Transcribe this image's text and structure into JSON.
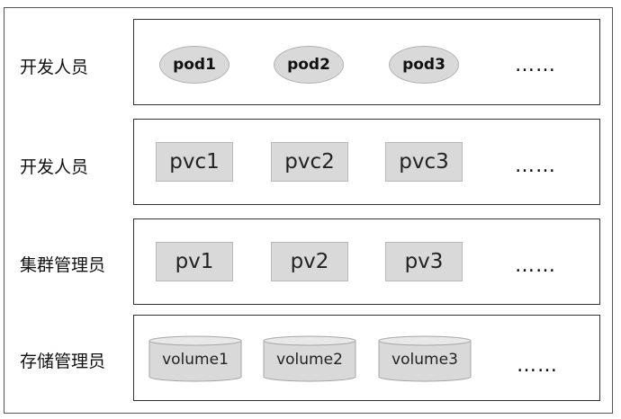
{
  "colors": {
    "item_fill": "#d9d9d9",
    "item_border": "#b3b3b3",
    "border": "#333333"
  },
  "rows": [
    {
      "label": "开发人员",
      "kind": "pod",
      "items": [
        "pod1",
        "pod2",
        "pod3"
      ],
      "more": "……"
    },
    {
      "label": "开发人员",
      "kind": "pvc",
      "items": [
        "pvc1",
        "pvc2",
        "pvc3"
      ],
      "more": "……"
    },
    {
      "label": "集群管理员",
      "kind": "pv",
      "items": [
        "pv1",
        "pv2",
        "pv3"
      ],
      "more": "……"
    },
    {
      "label": "存储管理员",
      "kind": "volume",
      "items": [
        "volume1",
        "volume2",
        "volume3"
      ],
      "more": "……"
    }
  ]
}
